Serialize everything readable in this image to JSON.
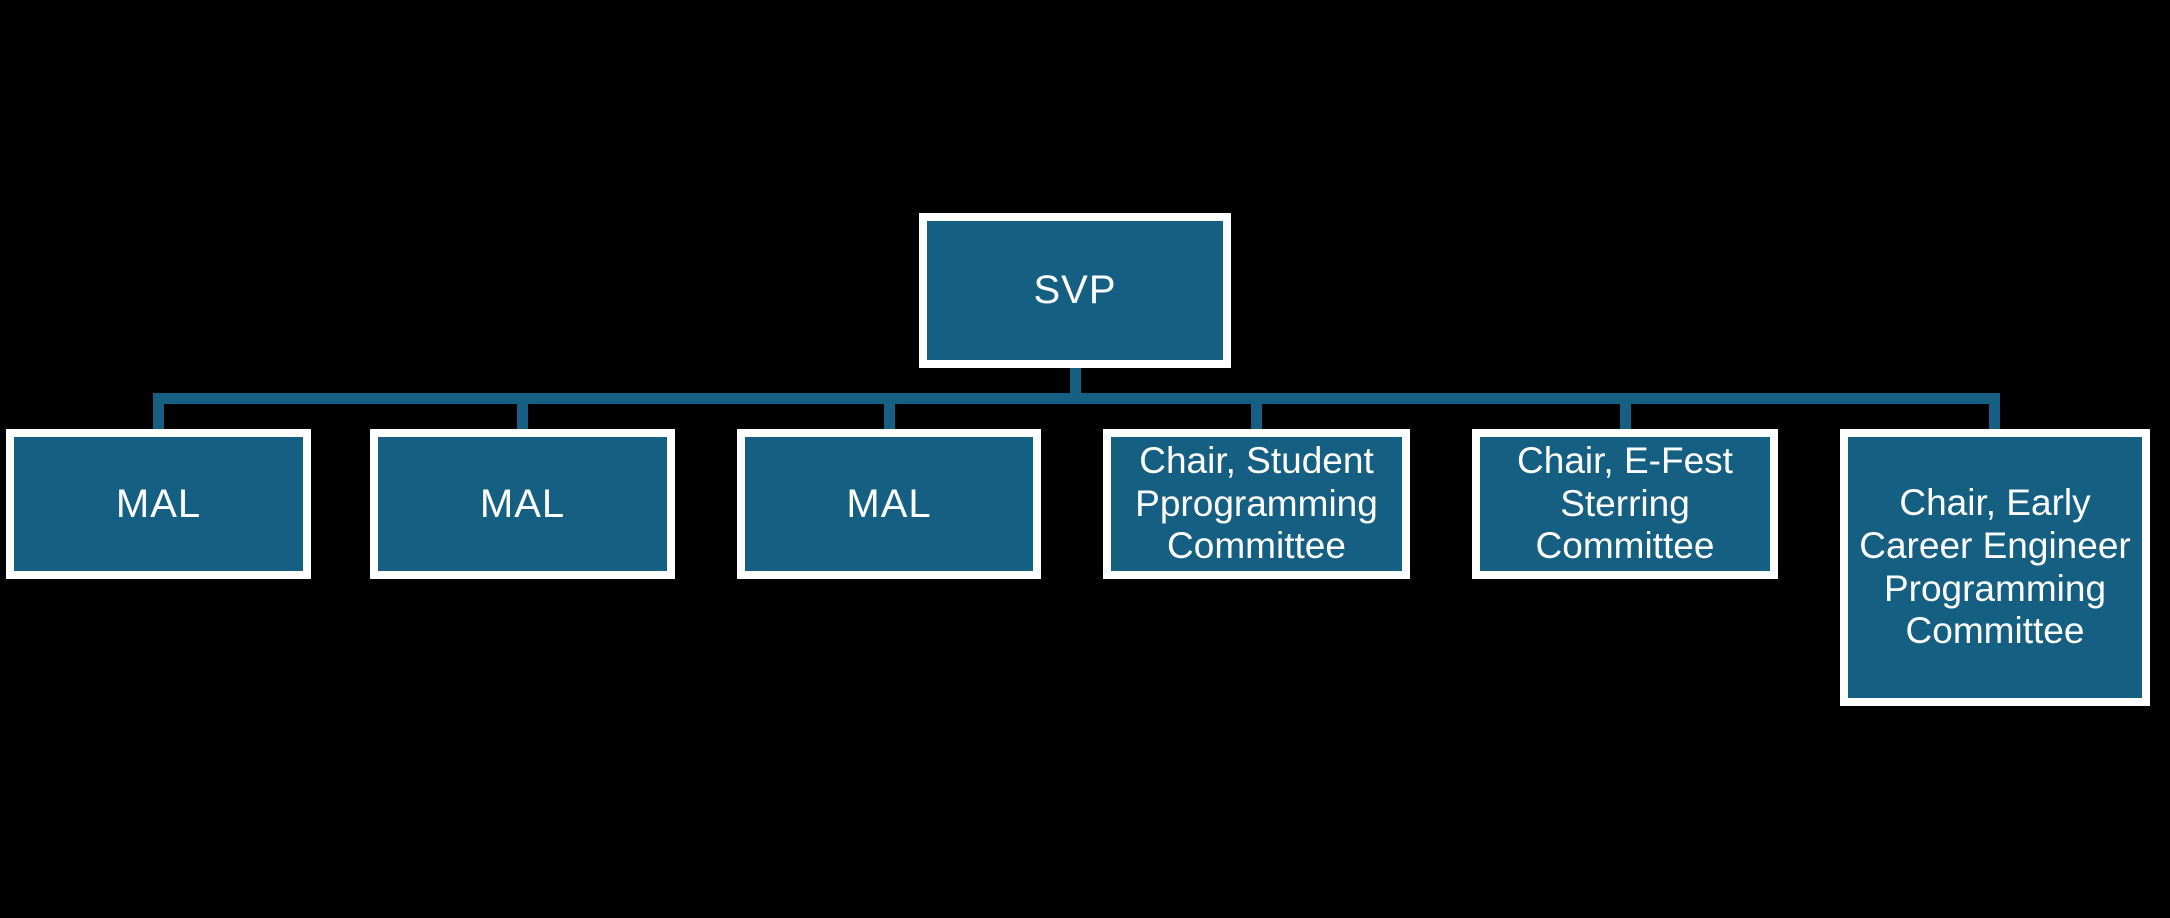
{
  "diagram": {
    "type": "org-chart",
    "colors": {
      "background": "#000000",
      "node_fill": "#156082",
      "node_border": "#FFFFFF",
      "connector": "#156082",
      "text": "#FFFFFF"
    },
    "root": {
      "label": "SVP"
    },
    "children": [
      {
        "label": "MAL"
      },
      {
        "label": "MAL"
      },
      {
        "label": "MAL"
      },
      {
        "label": "Chair, Student Pprogramming Committee",
        "lines": [
          "Chair, Student",
          "Pprogramming",
          "Committee"
        ]
      },
      {
        "label": "Chair, E-Fest Sterring Committee",
        "lines": [
          "Chair, E-Fest",
          "Sterring",
          "Committee"
        ]
      },
      {
        "label": "Chair, Early Career Engineer Programming Committee",
        "lines": [
          "Chair, Early",
          "Career Engineer",
          "Programming",
          "Committee"
        ]
      }
    ]
  }
}
